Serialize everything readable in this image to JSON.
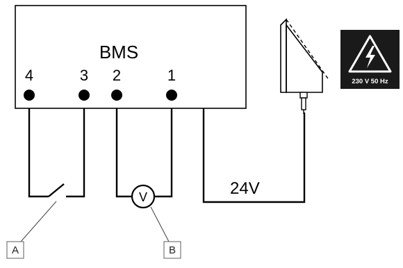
{
  "bms": {
    "label": "BMS"
  },
  "terminals": [
    {
      "number": "4"
    },
    {
      "number": "3"
    },
    {
      "number": "2"
    },
    {
      "number": "1"
    }
  ],
  "supply": {
    "voltage_label": "24V"
  },
  "meter": {
    "symbol": "V"
  },
  "callouts": [
    {
      "letter": "A"
    },
    {
      "letter": "B"
    }
  ],
  "warning_sign": {
    "text": "230 V 50 Hz",
    "icon": "lightning-bolt-icon",
    "background": "#1a1a1a",
    "foreground": "#ffffff"
  }
}
